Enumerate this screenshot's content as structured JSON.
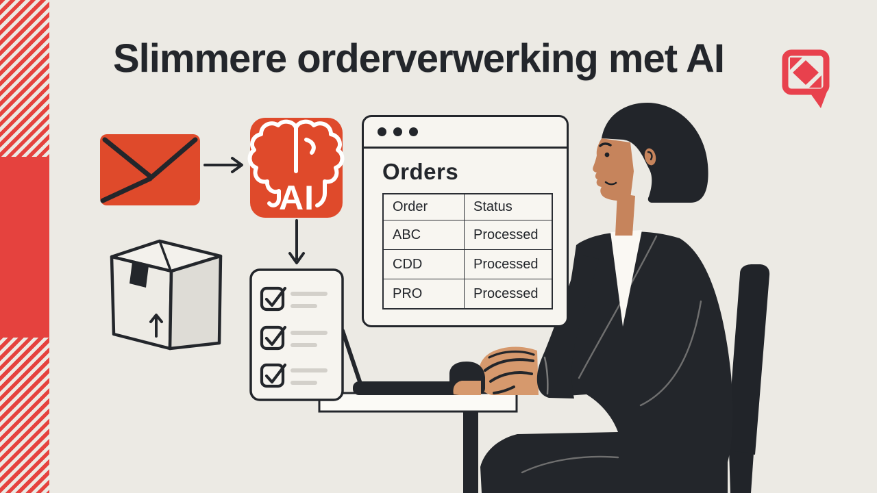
{
  "title": {
    "text": "Slimmere orderverwerking met AI"
  },
  "brand": {
    "logo_icon": "speech-bubble-square-logo",
    "logo_color": "#E8414D"
  },
  "colors": {
    "background": "#ECEAE4",
    "ink": "#23262B",
    "flow_red": "#DF4A2B",
    "stripe_red": "#E5423E",
    "skin": "#C6845C",
    "hand_skin": "#D6996D"
  },
  "flow": {
    "email_icon": "envelope-icon",
    "arrow_right_icon": "arrow-right-icon",
    "ai_badge": {
      "icon": "brain-icon",
      "label": "AI",
      "color": "#DF4A2B"
    },
    "arrow_down_icon": "arrow-down-icon",
    "checklist_icon": "checklist-document-icon",
    "package_icon": "package-box-icon"
  },
  "orders": {
    "heading": "Orders",
    "headers": [
      "Order",
      "Status"
    ],
    "rows": [
      [
        "ABC",
        "Processed"
      ],
      [
        "CDD",
        "Processed"
      ],
      [
        "PRO",
        "Processed"
      ]
    ]
  },
  "scene": {
    "figure": "woman-working-at-desk-with-laptop-and-mouse",
    "furniture": [
      "desk",
      "laptop",
      "mouse",
      "chair"
    ]
  }
}
